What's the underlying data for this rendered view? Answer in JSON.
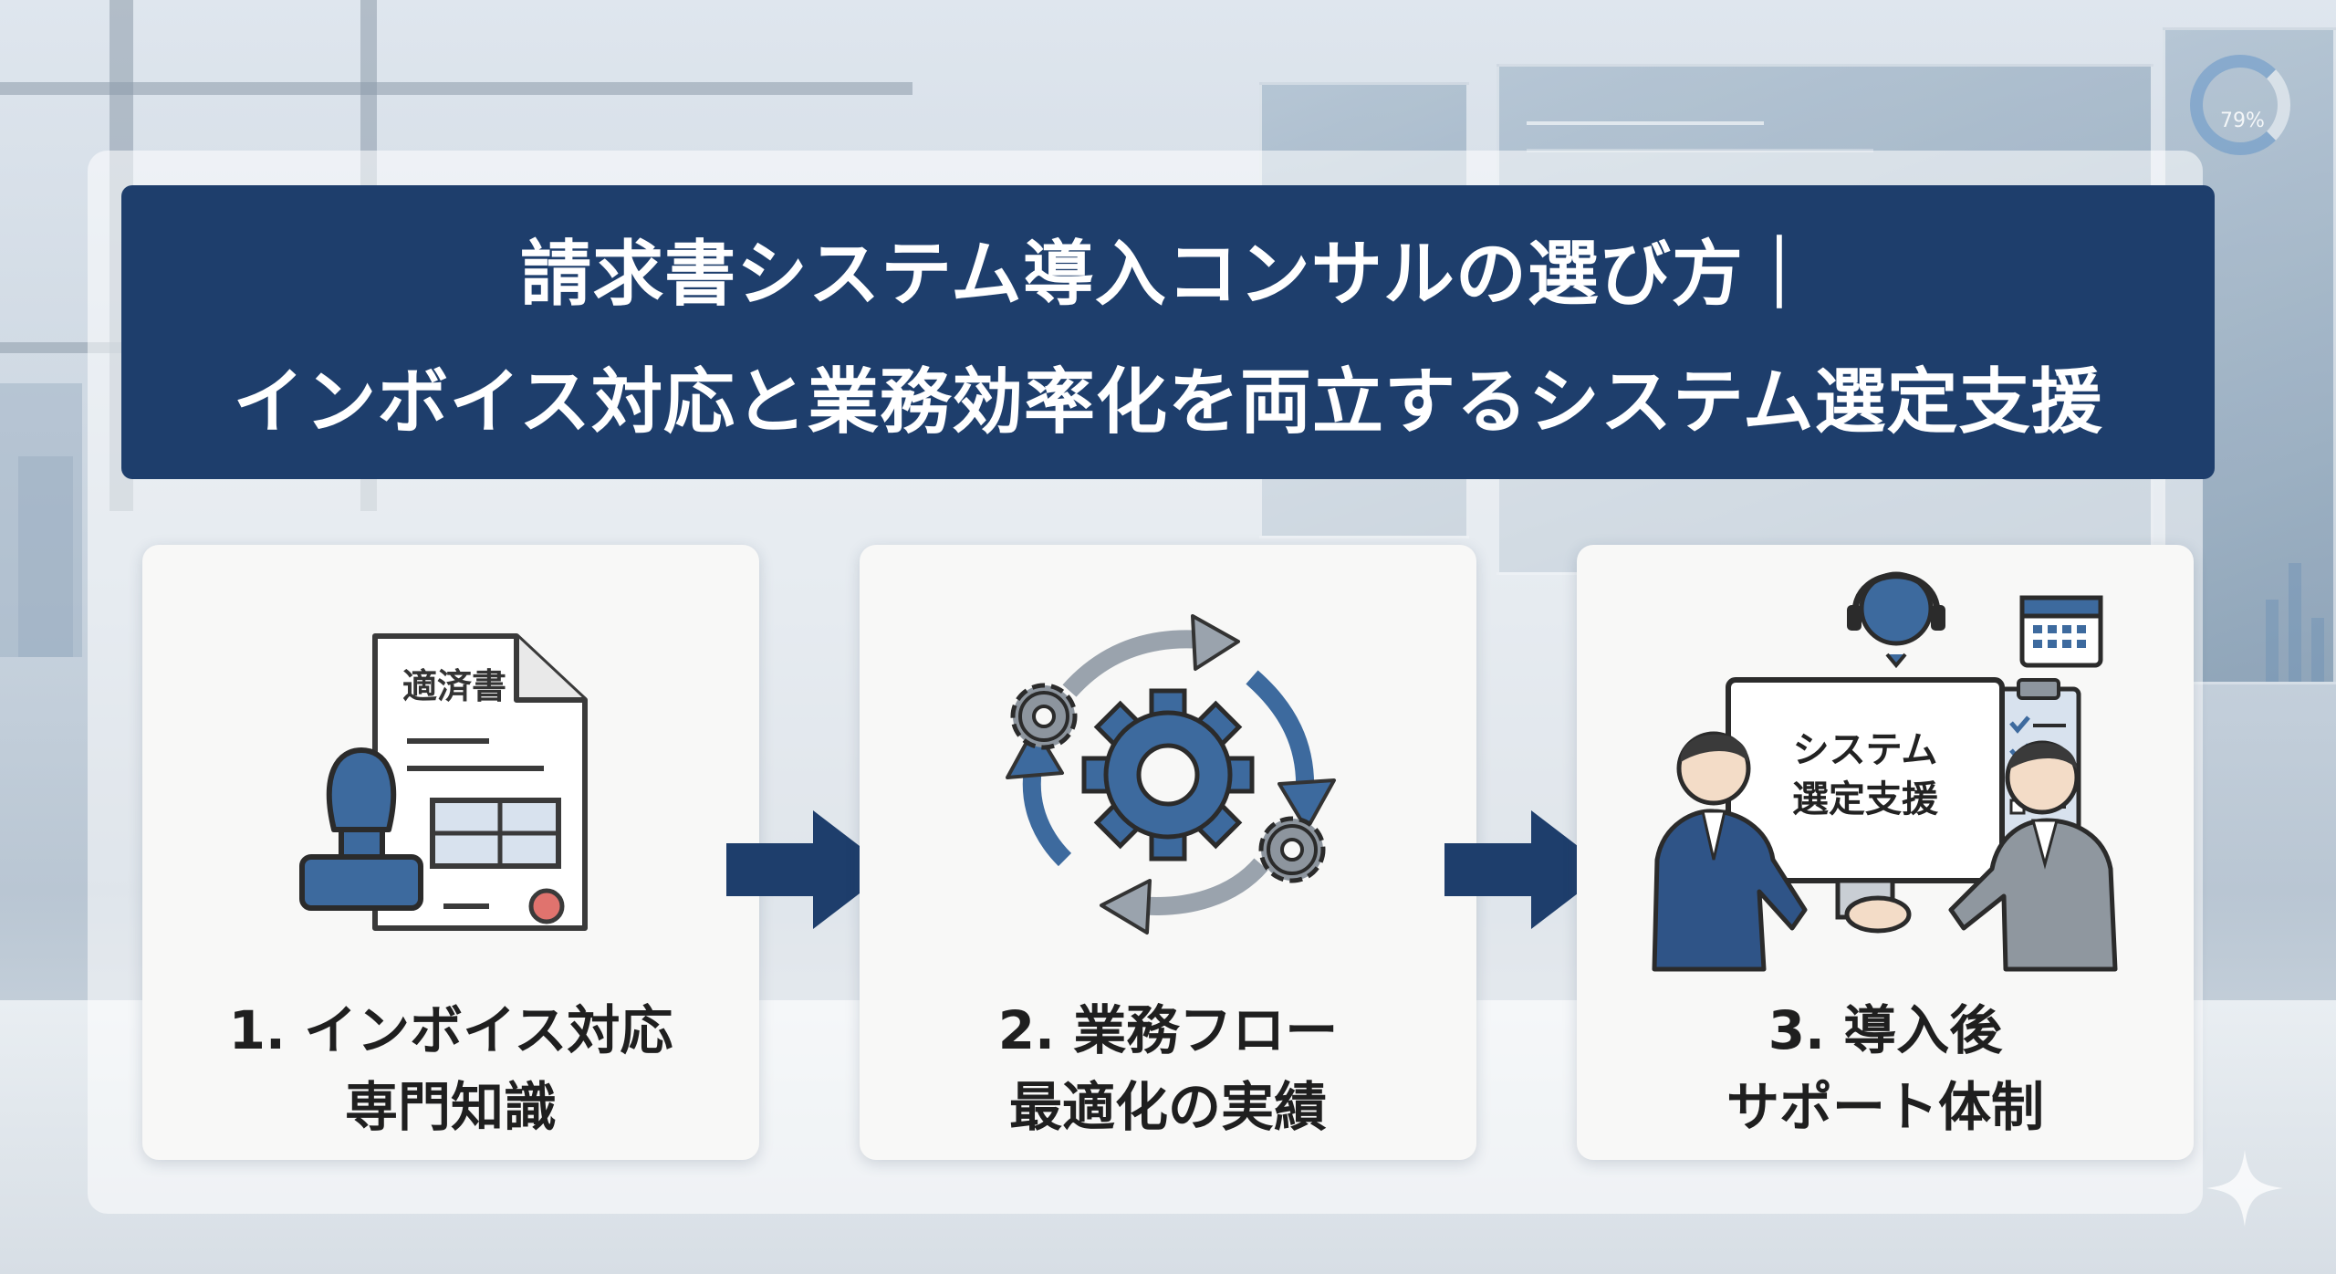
{
  "header": {
    "title_line1": "請求書システム導入コンサルの選び方｜",
    "title_line2": "インボイス対応と業務効率化を両立するシステム選定支援"
  },
  "cards": [
    {
      "caption_line1": "1. インボイス対応",
      "caption_line2": "専門知識",
      "illustration_label": "適済書",
      "icon": "invoice-stamp-icon"
    },
    {
      "caption_line1": "2. 業務フロー",
      "caption_line2": "最適化の実績",
      "icon": "gears-cycle-icon"
    },
    {
      "caption_line1": "3. 導入後",
      "caption_line2": "サポート体制",
      "illustration_label_line1": "システム",
      "illustration_label_line2": "選定支援",
      "icon": "handshake-support-icon"
    }
  ],
  "background": {
    "gauge_value": "79%"
  },
  "colors": {
    "banner": "#1e3e6c",
    "accent_blue": "#3d6a9e",
    "arrow": "#1e3e6c",
    "card_bg": "#f8f8f7",
    "stamp_red": "#e0736e"
  }
}
